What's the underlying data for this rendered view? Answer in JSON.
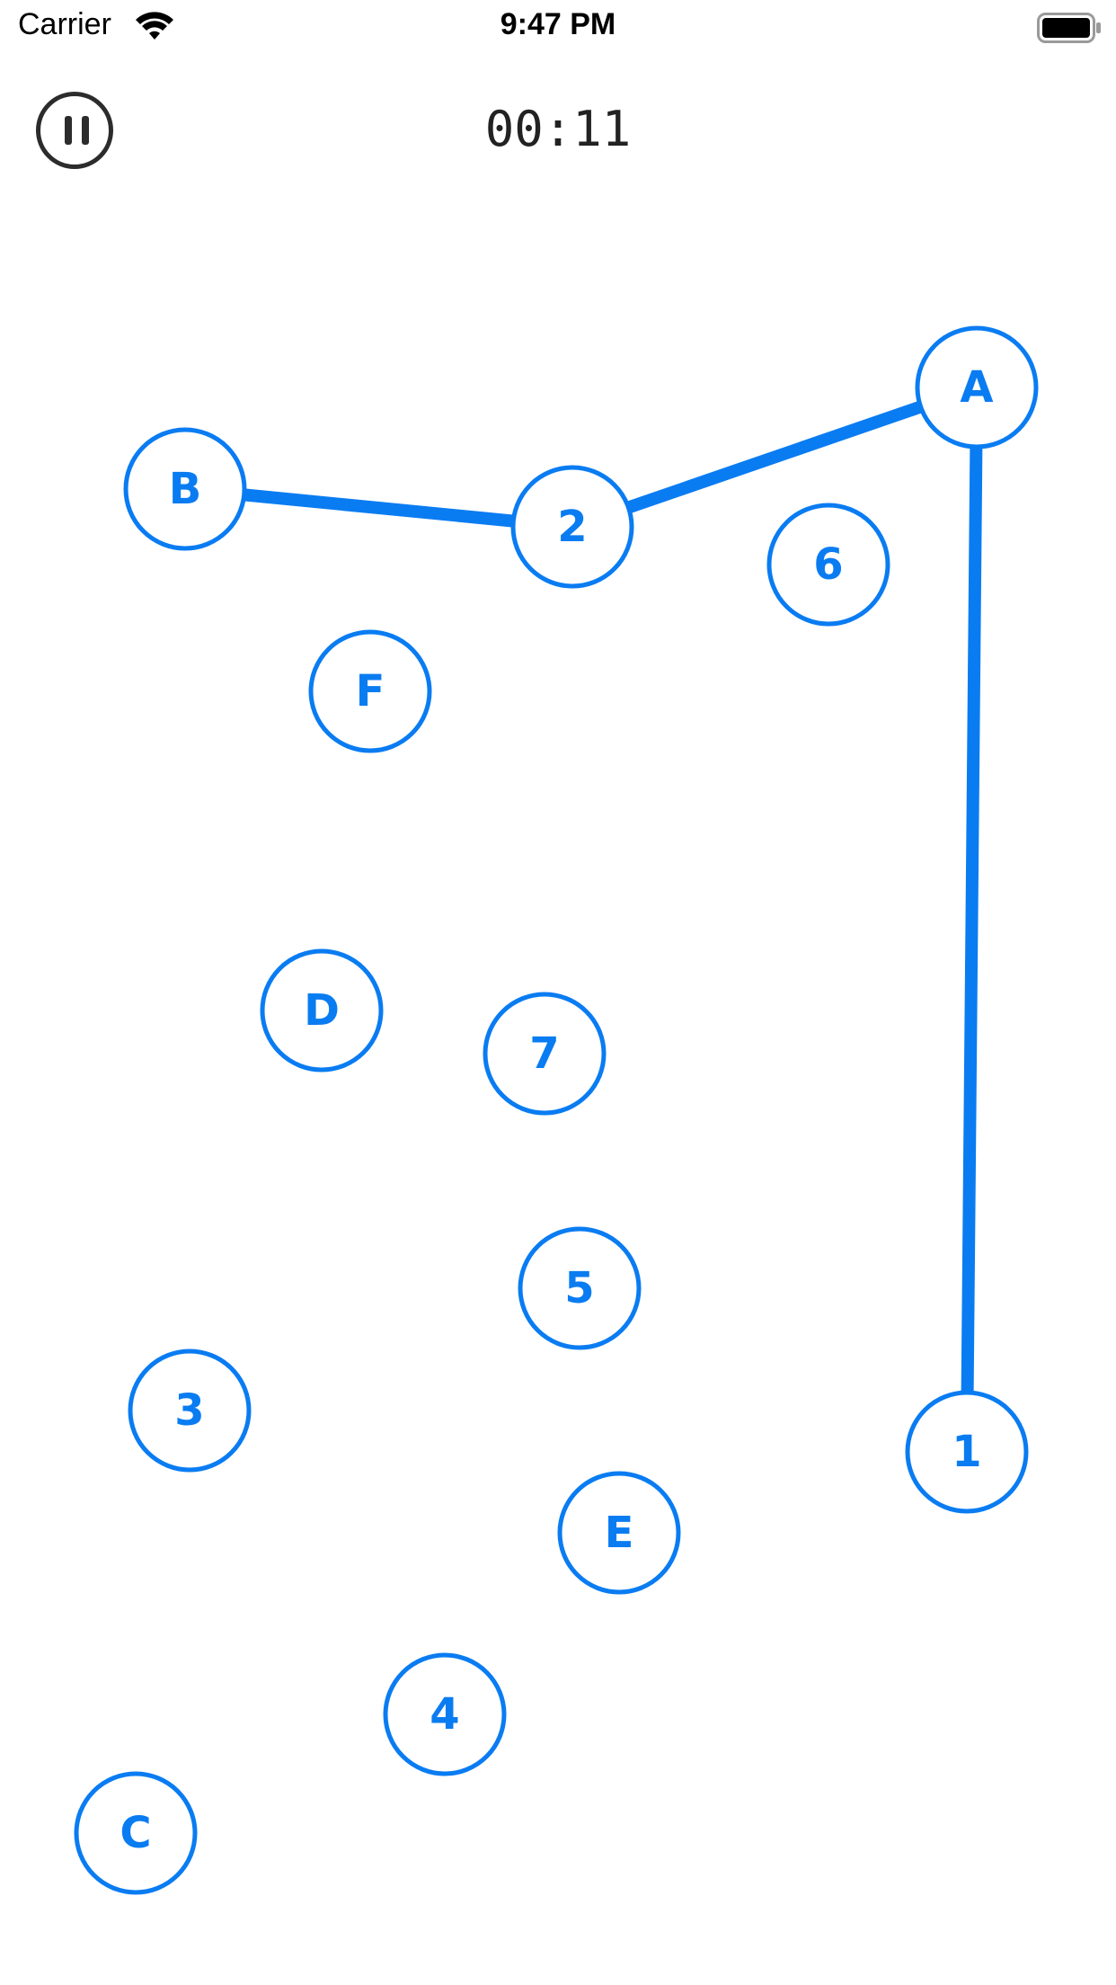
{
  "status_bar": {
    "carrier": "Carrier",
    "time": "9:47 PM",
    "wifi_icon": "wifi-icon",
    "battery_icon": "battery-icon"
  },
  "header": {
    "pause_icon": "pause-icon",
    "timer": "00:11"
  },
  "colors": {
    "accent": "#0a7cf2",
    "ink": "#2c2c2c"
  },
  "board": {
    "nodes": [
      {
        "id": "A",
        "label": "A"
      },
      {
        "id": "B",
        "label": "B"
      },
      {
        "id": "2",
        "label": "2"
      },
      {
        "id": "6",
        "label": "6"
      },
      {
        "id": "F",
        "label": "F"
      },
      {
        "id": "D",
        "label": "D"
      },
      {
        "id": "7",
        "label": "7"
      },
      {
        "id": "5",
        "label": "5"
      },
      {
        "id": "3",
        "label": "3"
      },
      {
        "id": "1",
        "label": "1"
      },
      {
        "id": "E",
        "label": "E"
      },
      {
        "id": "4",
        "label": "4"
      },
      {
        "id": "C",
        "label": "C"
      }
    ],
    "connections": [
      {
        "from": "1",
        "to": "A"
      },
      {
        "from": "A",
        "to": "2"
      },
      {
        "from": "2",
        "to": "B"
      }
    ]
  }
}
